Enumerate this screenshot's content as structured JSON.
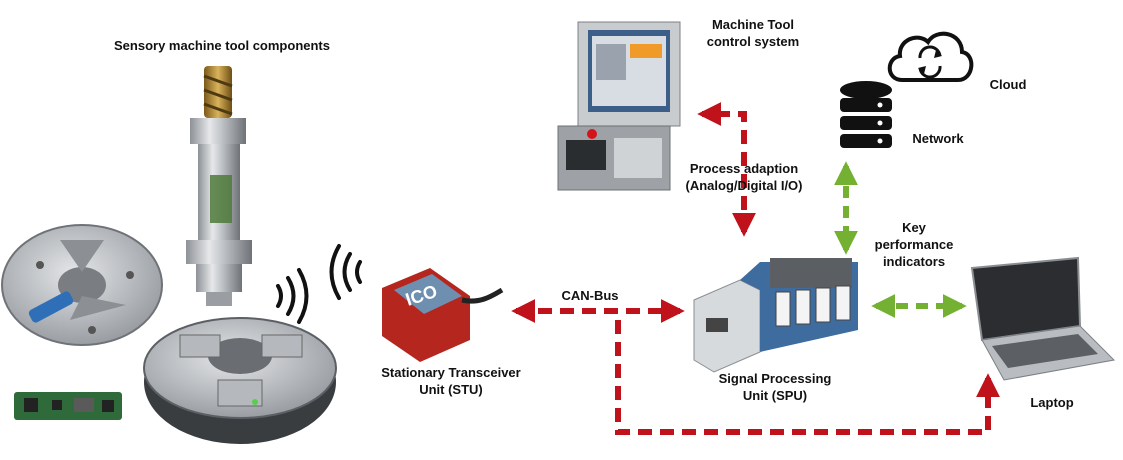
{
  "labels": {
    "sensory_components": "Sensory machine tool components",
    "machine_tool_l1": "Machine Tool",
    "machine_tool_l2": "control system",
    "cloud": "Cloud",
    "network": "Network",
    "process_adaption_l1": "Process adaption",
    "process_adaption_l2": "(Analog/Digital I/O)",
    "kpi_l1": "Key",
    "kpi_l2": "performance",
    "kpi_l3": "indicators",
    "can_bus": "CAN-Bus",
    "stu_l1": "Stationary Transceiver",
    "stu_l2": "Unit (STU)",
    "spu_l1": "Signal Processing",
    "spu_l2": "Unit (SPU)",
    "laptop": "Laptop",
    "stu_device_text": "ICO"
  },
  "colors": {
    "red_arrow": "#c0121b",
    "green_arrow": "#74b132",
    "label_text": "#111111"
  },
  "icons": {
    "cloud": "cloud-sync-icon",
    "network": "database-icon",
    "wireless": "wireless-signal-icon"
  }
}
